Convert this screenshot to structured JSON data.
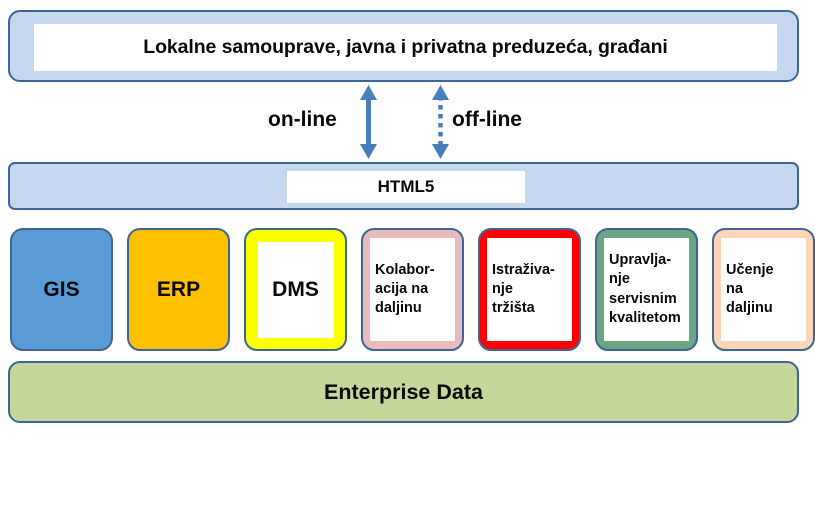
{
  "diagram": {
    "title_band": {
      "label": "Lokalne samouprave, javna i privatna preduzeća, građani",
      "fill": "#c5d7ee",
      "border": "#3f6592"
    },
    "connectors": {
      "online": {
        "label": "on-line",
        "style": "solid",
        "color": "#4a7ebb",
        "direction": "double"
      },
      "offline": {
        "label": "off-line",
        "style": "dotted",
        "color": "#4a7ebb",
        "direction": "double"
      }
    },
    "platform_band": {
      "label": "HTML5",
      "fill": "#c5d7ee",
      "border": "#3f6592"
    },
    "modules": [
      {
        "label": "GIS",
        "layout": "solid",
        "fill": "#5b9bd5",
        "border": "#3f6592",
        "text_color": "#0a0a0a"
      },
      {
        "label": "ERP",
        "layout": "solid",
        "fill": "#ffc000",
        "border": "#3f6592",
        "text_color": "#0a0a0a"
      },
      {
        "label": "DMS",
        "layout": "framed-center",
        "fill": "#ffff00",
        "border": "#3f6592",
        "text_color": "#0a0a0a"
      },
      {
        "label": "Kolabor-\nacija na\ndaljinu",
        "layout": "framed-left",
        "fill": "#e8bcbc",
        "border": "#3f6592",
        "text_color": "#0a0a0a"
      },
      {
        "label": "Istraživa-\nnje\ntržišta",
        "layout": "framed-left",
        "fill": "#ff0000",
        "border": "#3f6592",
        "text_color": "#0a0a0a"
      },
      {
        "label": "Upravlja-\nnje\nservisnim\nkvalitetom",
        "layout": "framed-left",
        "fill": "#6ba582",
        "border": "#3f6592",
        "text_color": "#0a0a0a"
      },
      {
        "label": "Učenje\nna\ndaljinu",
        "layout": "framed-left",
        "fill": "#fbd5b5",
        "border": "#3f6592",
        "text_color": "#0a0a0a"
      }
    ],
    "data_band": {
      "label": "Enterprise Data",
      "fill": "#c5d79a",
      "border": "#3f6592"
    }
  }
}
